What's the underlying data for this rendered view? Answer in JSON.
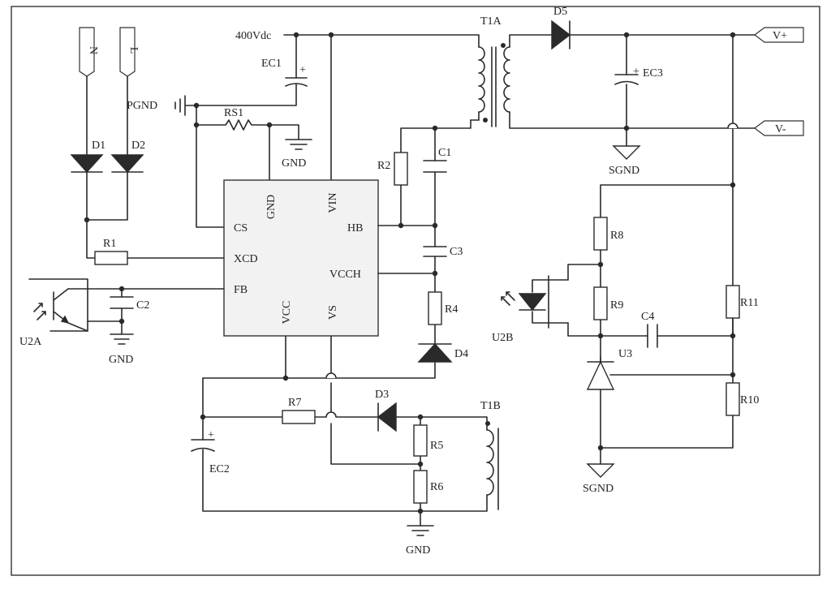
{
  "terminals": {
    "n": "N",
    "l": "L",
    "vplus": "V+",
    "vminus": "V-"
  },
  "ic": {
    "gnd": "GND",
    "vin": "VIN",
    "cs": "CS",
    "xcd": "XCD",
    "fb": "FB",
    "hb": "HB",
    "vcch": "VCCH",
    "vcc": "VCC",
    "vs": "VS"
  },
  "components": {
    "d1": "D1",
    "d2": "D2",
    "d3": "D3",
    "d4": "D4",
    "d5": "D5",
    "r1": "R1",
    "r2": "R2",
    "r4": "R4",
    "r5": "R5",
    "r6": "R6",
    "r7": "R7",
    "r8": "R8",
    "r9": "R9",
    "r10": "R10",
    "r11": "R11",
    "rs1": "RS1",
    "c1": "C1",
    "c2": "C2",
    "c3": "C3",
    "c4": "C4",
    "ec1": "EC1",
    "ec2": "EC2",
    "ec3": "EC3",
    "t1a": "T1A",
    "t1b": "T1B",
    "u2a": "U2A",
    "u2b": "U2B",
    "u3": "U3"
  },
  "nets": {
    "v400": "400Vdc",
    "pgnd": "PGND",
    "gnd": "GND",
    "sgnd": "SGND"
  },
  "symbols": {
    "plus": "+"
  }
}
